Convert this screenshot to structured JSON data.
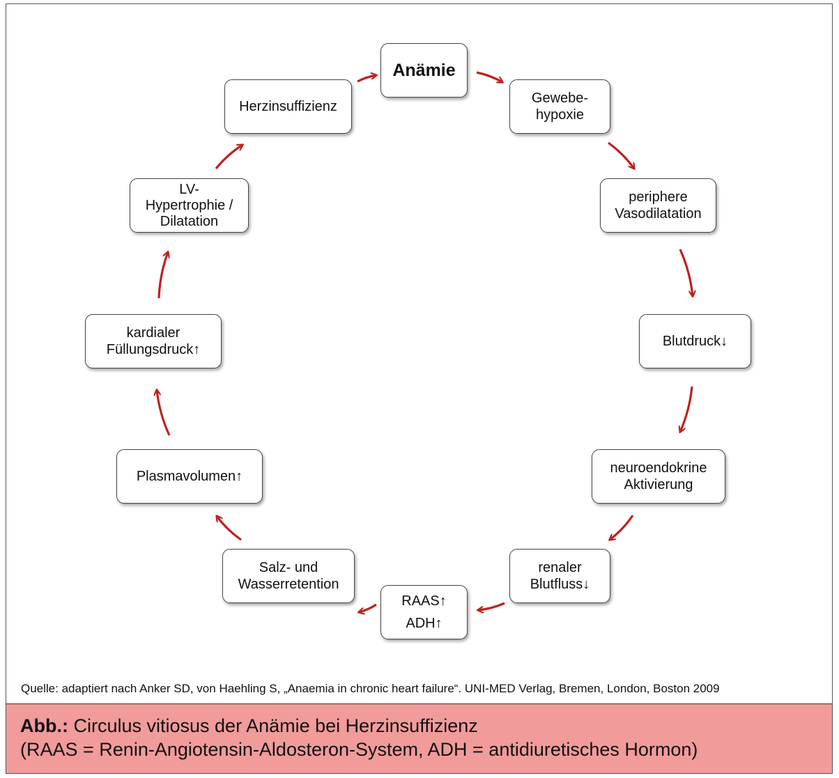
{
  "nodes": [
    {
      "id": "anaemie",
      "lines": [
        "Anämie"
      ]
    },
    {
      "id": "gewebehypoxie",
      "lines": [
        "Gewebe-",
        "hypoxie"
      ]
    },
    {
      "id": "vasodilatation",
      "lines": [
        "periphere",
        "Vasodilatation"
      ]
    },
    {
      "id": "blutdruck",
      "lines": [
        "Blutdruck↓"
      ]
    },
    {
      "id": "neuroendokrin",
      "lines": [
        "neuroendokrine",
        "Aktivierung"
      ]
    },
    {
      "id": "renal",
      "lines": [
        "renaler",
        "Blutfluss↓"
      ]
    },
    {
      "id": "raas",
      "lines": [
        "RAAS↑",
        "ADH↑"
      ]
    },
    {
      "id": "salz",
      "lines": [
        "Salz- und",
        "Wasserretention"
      ]
    },
    {
      "id": "plasma",
      "lines": [
        "Plasmavolumen↑"
      ]
    },
    {
      "id": "fuellung",
      "lines": [
        "kardialer",
        "Füllungsdruck↑"
      ]
    },
    {
      "id": "lv",
      "lines": [
        "LV-",
        "Hypertrophie /",
        "Dilatation"
      ]
    },
    {
      "id": "herz",
      "lines": [
        "Herzinsuffizienz"
      ]
    }
  ],
  "edges": [
    [
      "herz",
      "anaemie"
    ],
    [
      "anaemie",
      "gewebehypoxie"
    ],
    [
      "gewebehypoxie",
      "vasodilatation"
    ],
    [
      "vasodilatation",
      "blutdruck"
    ],
    [
      "blutdruck",
      "neuroendokrin"
    ],
    [
      "neuroendokrin",
      "renal"
    ],
    [
      "renal",
      "raas"
    ],
    [
      "raas",
      "salz"
    ],
    [
      "salz",
      "plasma"
    ],
    [
      "plasma",
      "fuellung"
    ],
    [
      "fuellung",
      "lv"
    ],
    [
      "lv",
      "herz"
    ]
  ],
  "arrow_color": "#c0201f",
  "caption_bg": "#f19b9b",
  "source": "Quelle: adaptiert nach Anker SD, von Haehling S, „Anaemia in chronic heart failure“. UNI-MED Verlag, Bremen, London, Boston 2009",
  "caption": {
    "label": "Abb.:",
    "title": " Circulus vitiosus der Anämie bei Herzinsuffizienz",
    "subtitle": "(RAAS = Renin-Angiotensin-Aldosteron-System, ADH = antidiuretisches Hormon)"
  }
}
